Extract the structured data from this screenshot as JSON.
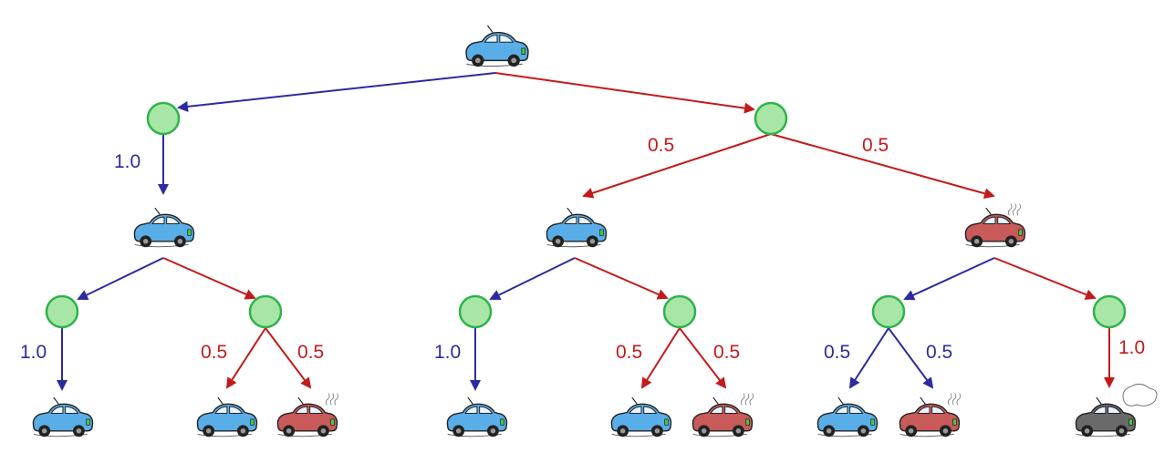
{
  "colors": {
    "blue_edge": "#2d2aa0",
    "red_edge": "#c41a1a",
    "node_fill": "#a8e6a8",
    "node_stroke": "#2eb34a",
    "car_blue": "#5aaee8",
    "car_red": "#c85a5a",
    "car_gray": "#6a6a6a"
  },
  "tree": {
    "root_car": "cool",
    "level1": [
      {
        "action_color": "blue",
        "outcomes": [
          {
            "prob": "1.0",
            "car": "cool"
          }
        ],
        "level2": [
          {
            "action_color": "blue",
            "outcomes": [
              {
                "prob": "1.0",
                "car": "cool"
              }
            ]
          },
          {
            "action_color": "red",
            "outcomes": [
              {
                "prob": "0.5",
                "car": "cool"
              },
              {
                "prob": "0.5",
                "car": "warm"
              }
            ]
          }
        ]
      },
      {
        "action_color": "red",
        "outcomes": [
          {
            "prob": "0.5",
            "car": "cool"
          },
          {
            "prob": "0.5",
            "car": "warm"
          }
        ],
        "level2_cool": [
          {
            "action_color": "blue",
            "outcomes": [
              {
                "prob": "1.0",
                "car": "cool"
              }
            ]
          },
          {
            "action_color": "red",
            "outcomes": [
              {
                "prob": "0.5",
                "car": "cool"
              },
              {
                "prob": "0.5",
                "car": "warm"
              }
            ]
          }
        ],
        "level2_warm": [
          {
            "action_color": "blue",
            "outcomes": [
              {
                "prob": "0.5",
                "car": "cool"
              },
              {
                "prob": "0.5",
                "car": "warm"
              }
            ]
          },
          {
            "action_color": "red",
            "outcomes": [
              {
                "prob": "1.0",
                "car": "overheated"
              }
            ]
          }
        ]
      }
    ]
  },
  "labels": {
    "p_l1_left": "1.0",
    "p_l1_right_a": "0.5",
    "p_l1_right_b": "0.5",
    "p_a_blue": "1.0",
    "p_a_red_1": "0.5",
    "p_a_red_2": "0.5",
    "p_b_blue": "1.0",
    "p_b_red_1": "0.5",
    "p_b_red_2": "0.5",
    "p_c_blue_1": "0.5",
    "p_c_blue_2": "0.5",
    "p_c_red": "1.0"
  }
}
